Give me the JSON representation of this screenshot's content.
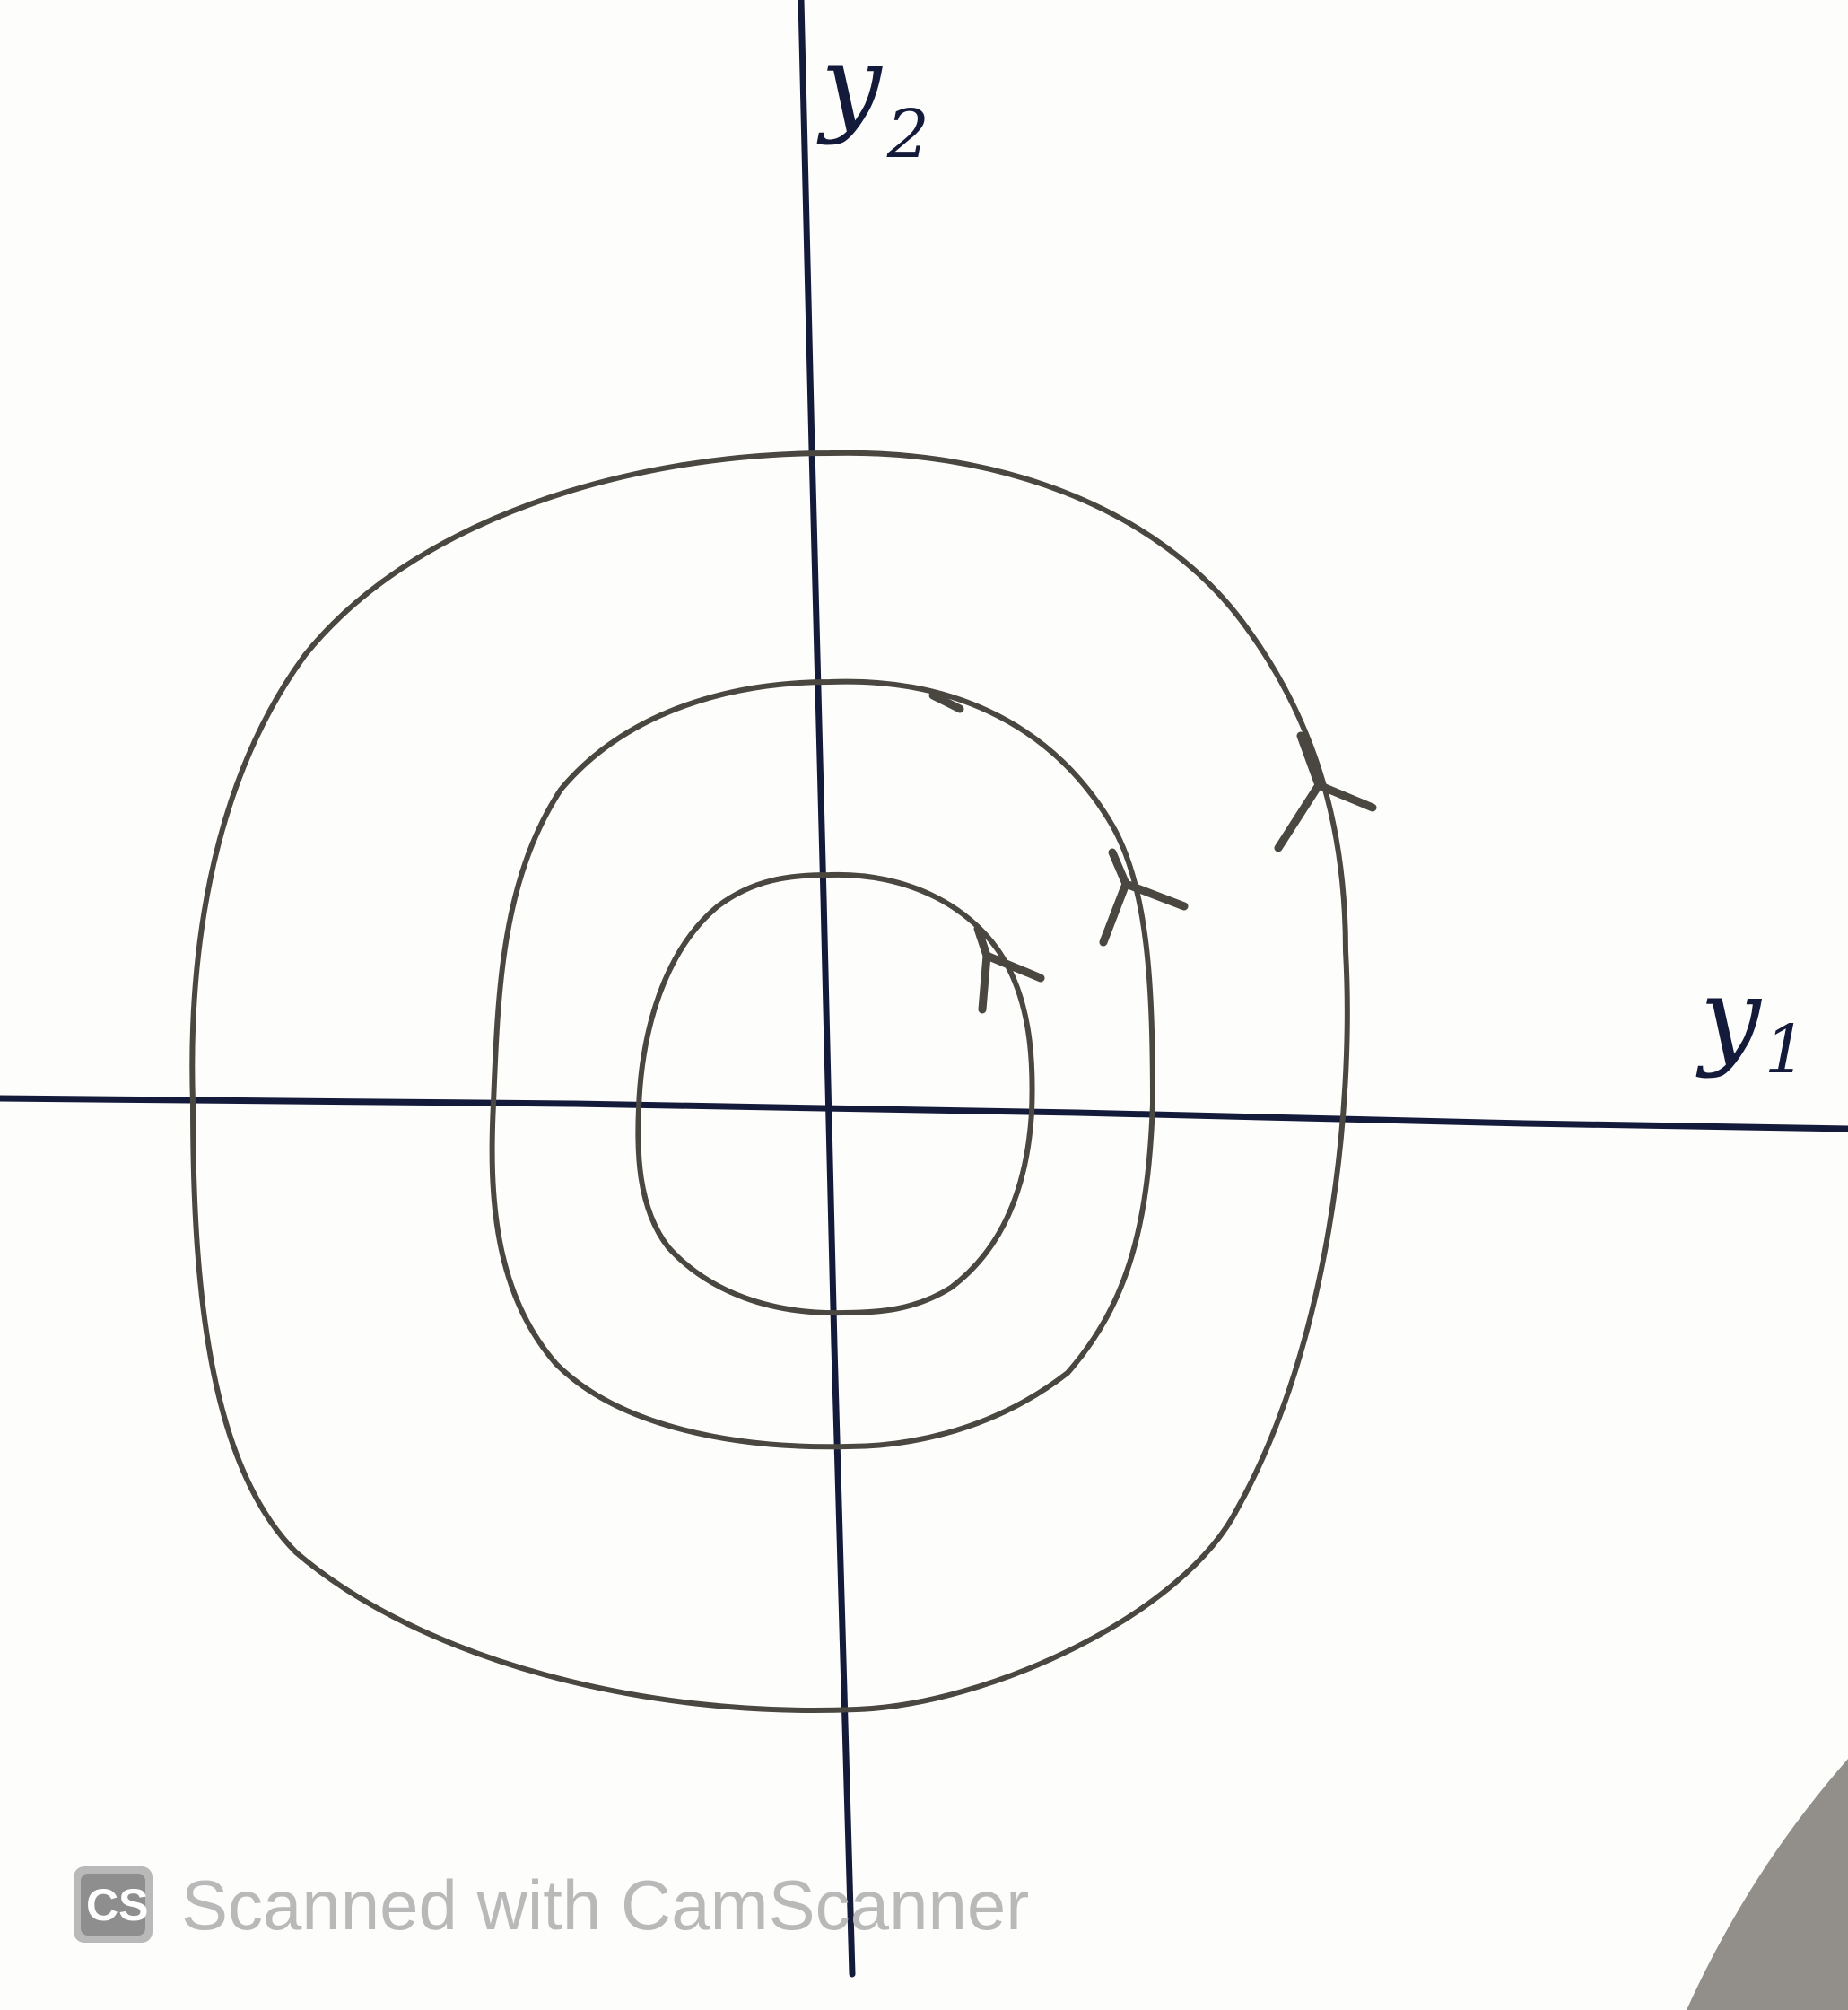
{
  "axes": {
    "horizontal": {
      "main": "y",
      "sub": "1"
    },
    "vertical": {
      "main": "y",
      "sub": "2"
    }
  },
  "orbits": [
    {
      "name": "inner",
      "arrow_direction": "counterclockwise"
    },
    {
      "name": "middle",
      "arrow_direction": "counterclockwise"
    },
    {
      "name": "outer",
      "arrow_direction": "counterclockwise"
    }
  ],
  "watermark": {
    "logo": "CS",
    "text": "Scanned with CamScanner"
  },
  "colors": {
    "axis": "#141a3a",
    "orbit": "#4a4640",
    "paper": "#fdfdfb",
    "watermark": "#b9b9b9"
  }
}
